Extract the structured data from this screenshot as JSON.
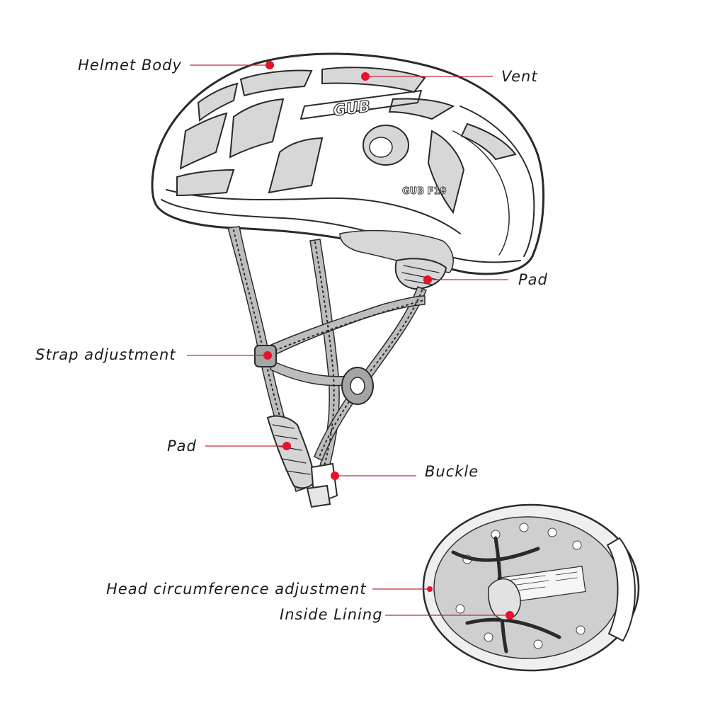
{
  "brand": {
    "logo_text": "GUB",
    "model_text": "GUB F19"
  },
  "callouts": [
    {
      "id": "helmet-body",
      "label": "Helmet Body"
    },
    {
      "id": "vent",
      "label": "Vent"
    },
    {
      "id": "pad-top",
      "label": "Pad"
    },
    {
      "id": "strap-adjustment",
      "label": "Strap adjustment"
    },
    {
      "id": "pad-bottom",
      "label": "Pad"
    },
    {
      "id": "buckle",
      "label": "Buckle"
    },
    {
      "id": "head-circumference",
      "label": "Head circumference adjustment"
    },
    {
      "id": "inside-lining",
      "label": "Inside Lining"
    }
  ],
  "colors": {
    "marker": "#e8102a",
    "leader_line": "#c8283c",
    "sketch": "#2a2a2a"
  }
}
